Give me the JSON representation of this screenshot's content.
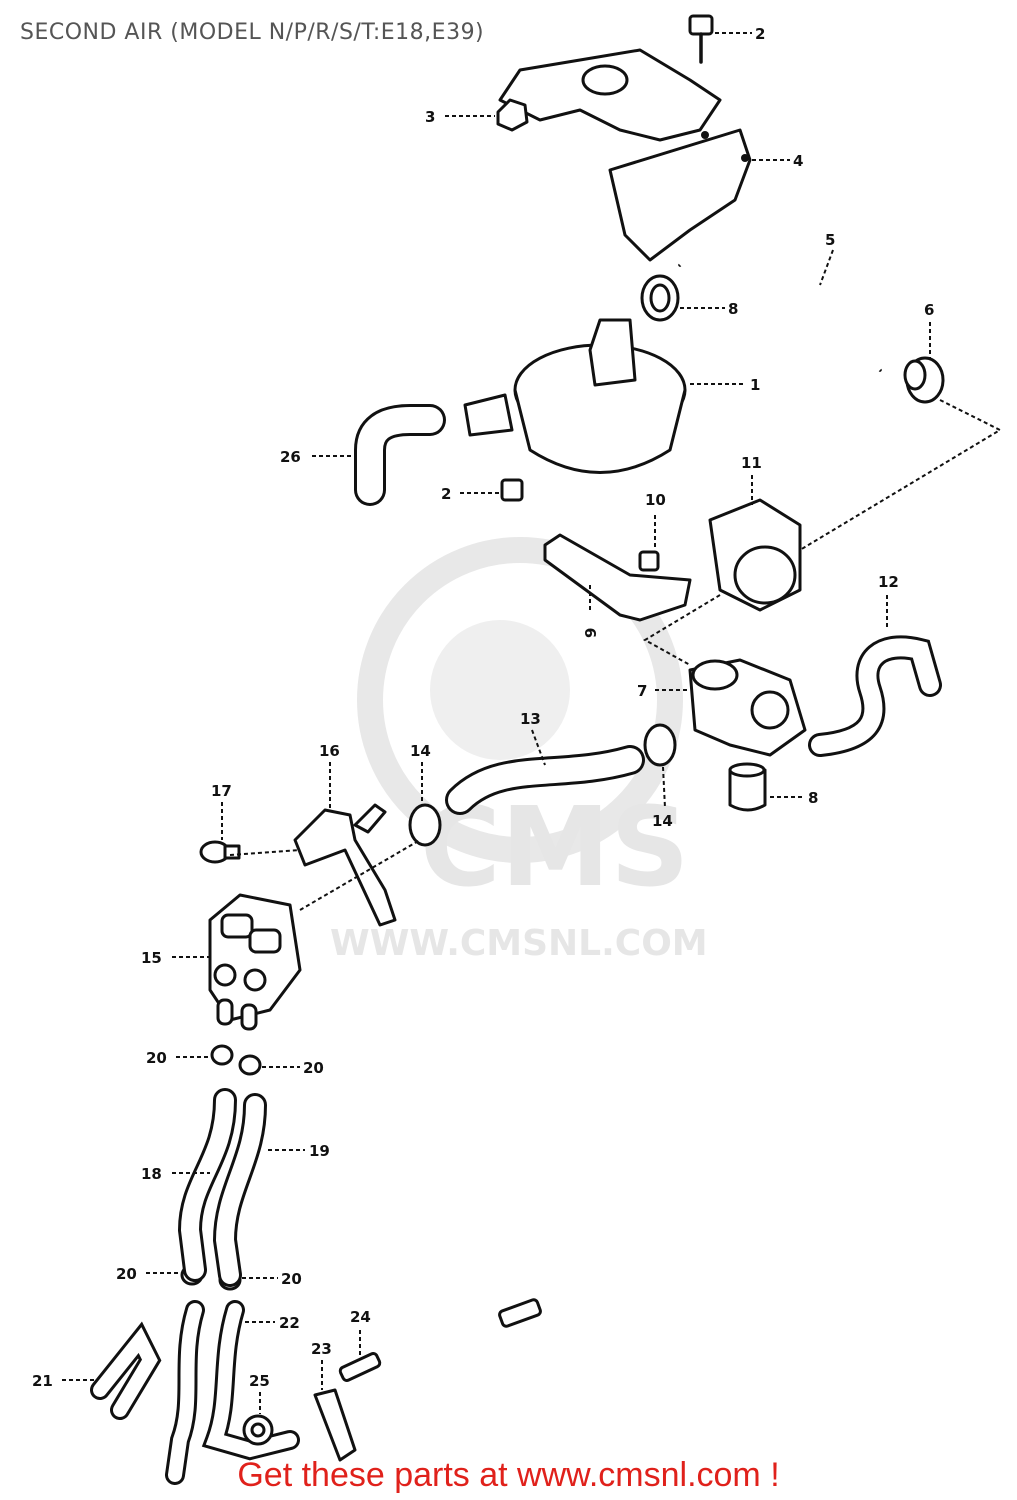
{
  "title": "SECOND AIR (MODEL N/P/R/S/T:E18,E39)",
  "watermark": {
    "brand": "CMS",
    "url": "WWW.CMSNL.COM"
  },
  "footer": {
    "shop_link": "Get these parts at www.cmsnl.com !",
    "color": "#e0211b"
  },
  "callouts": {
    "c1": "1",
    "c2a": "2",
    "c2b": "2",
    "c3": "3",
    "c4": "4",
    "c5": "5",
    "c6": "6",
    "c7": "7",
    "c8a": "8",
    "c8b": "8",
    "c9": "9",
    "c10": "10",
    "c11": "11",
    "c12": "12",
    "c13": "13",
    "c14a": "14",
    "c14b": "14",
    "c15": "15",
    "c16": "16",
    "c17": "17",
    "c18": "18",
    "c19": "19",
    "c20a": "20",
    "c20b": "20",
    "c20c": "20",
    "c20d": "20",
    "c21": "21",
    "c22": "22",
    "c23": "23",
    "c24": "24",
    "c25": "25",
    "c26": "26"
  }
}
